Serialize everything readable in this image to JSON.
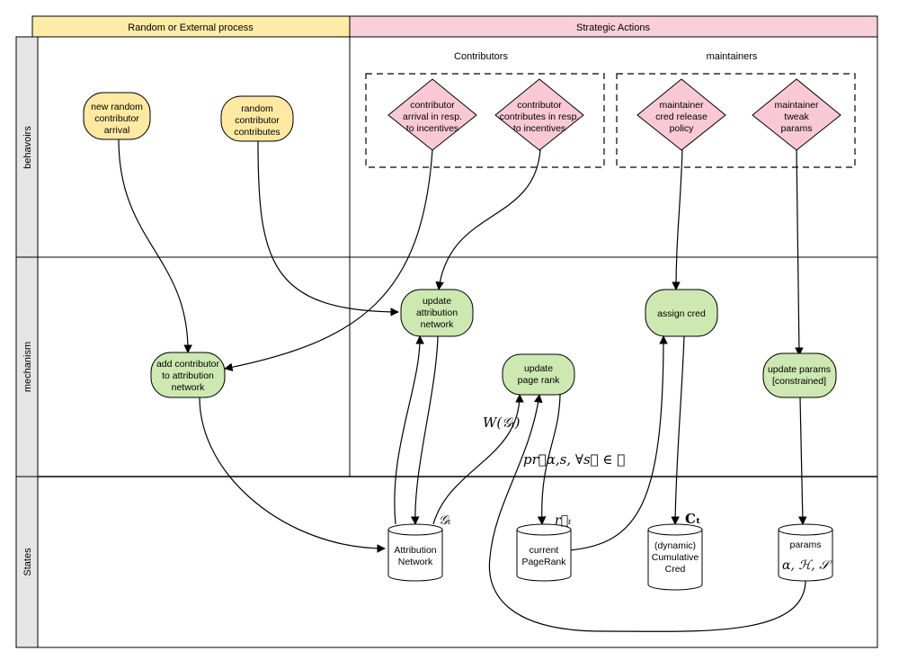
{
  "columns": {
    "left": "Random or External process",
    "right": "Strategic Actions"
  },
  "rows": {
    "behaviors": "behavoirs",
    "mechanism": "mechanism",
    "states": "States"
  },
  "groups": {
    "contributors": "Contributors",
    "maintainers": "maintainers"
  },
  "nodes": {
    "new_random_contributor_arrival": [
      "new random",
      "contributor",
      "arrival"
    ],
    "random_contributor_contributes": [
      "random",
      "contributor",
      "contributes"
    ],
    "contributor_arrival_incentives": [
      "contributor",
      "arrival in resp.",
      "to incentives"
    ],
    "contributor_contributes_incentives": [
      "contributor",
      "contributes in resp.",
      "to incentives"
    ],
    "maintainer_cred_release_policy": [
      "maintainer",
      "cred release",
      "policy"
    ],
    "maintainer_tweak_params": [
      "maintainer",
      "tweak",
      "params"
    ],
    "update_attribution_network": [
      "update",
      "attribution",
      "network"
    ],
    "assign_cred": [
      "assign cred"
    ],
    "add_contributor": [
      "add contributor",
      "to attribution",
      "network"
    ],
    "update_page_rank": [
      "update",
      "page rank"
    ],
    "update_params": [
      "update params",
      "[constrained]"
    ],
    "attribution_network_state": [
      "Attribution",
      "Network"
    ],
    "current_pagerank_state": [
      "current",
      "PageRank"
    ],
    "cumulative_cred_state": [
      "(dynamic)",
      "Cumulative",
      "Cred"
    ],
    "params_state": [
      "params"
    ]
  },
  "math": {
    "w_of_g": "W(𝒢ₜ)",
    "pr_forall": "pr⃗α,s, ∀s⃗ ∈ 𝒮",
    "g_t": "𝒢ₜ",
    "r_t": "r⃗ₜ",
    "c_t": "𝐂ₜ",
    "params_symbols": "α, ℋ, 𝒮"
  },
  "colors": {
    "yellow_fill": "#fde9a1",
    "pink_fill": "#f8c9d4",
    "green_fill": "#cde8b1",
    "header_yellow": "#fdeba6",
    "header_pink": "#f9cfd9",
    "row_label_gray": "#e5e5e5",
    "stroke": "#000000"
  }
}
